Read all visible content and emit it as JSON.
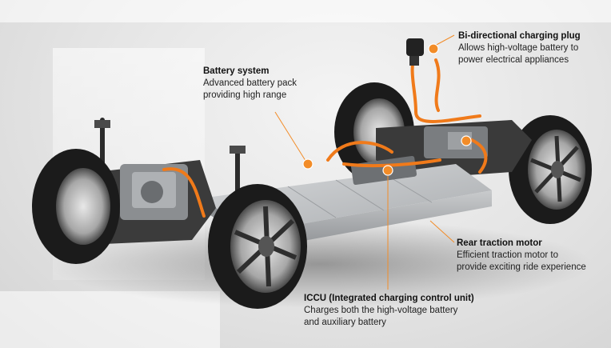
{
  "callouts": {
    "battery": {
      "title": "Battery system",
      "desc1": "Advanced battery pack",
      "desc2": "providing high range"
    },
    "plug": {
      "title": "Bi-directional charging plug",
      "desc1": "Allows high-voltage battery to",
      "desc2": "power electrical appliances"
    },
    "motor": {
      "title": "Rear traction motor",
      "desc1": "Efficient traction motor to",
      "desc2": "provide exciting ride experience"
    },
    "iccu": {
      "title": "ICCU (Integrated charging control unit)",
      "desc1": "Charges both the high-voltage battery",
      "desc2": "and auxiliary battery"
    }
  },
  "colors": {
    "accent": "#f28c28",
    "cable": "#f07a1a",
    "tire": "#1b1b1b",
    "battery_case": "#b9bbbd"
  }
}
